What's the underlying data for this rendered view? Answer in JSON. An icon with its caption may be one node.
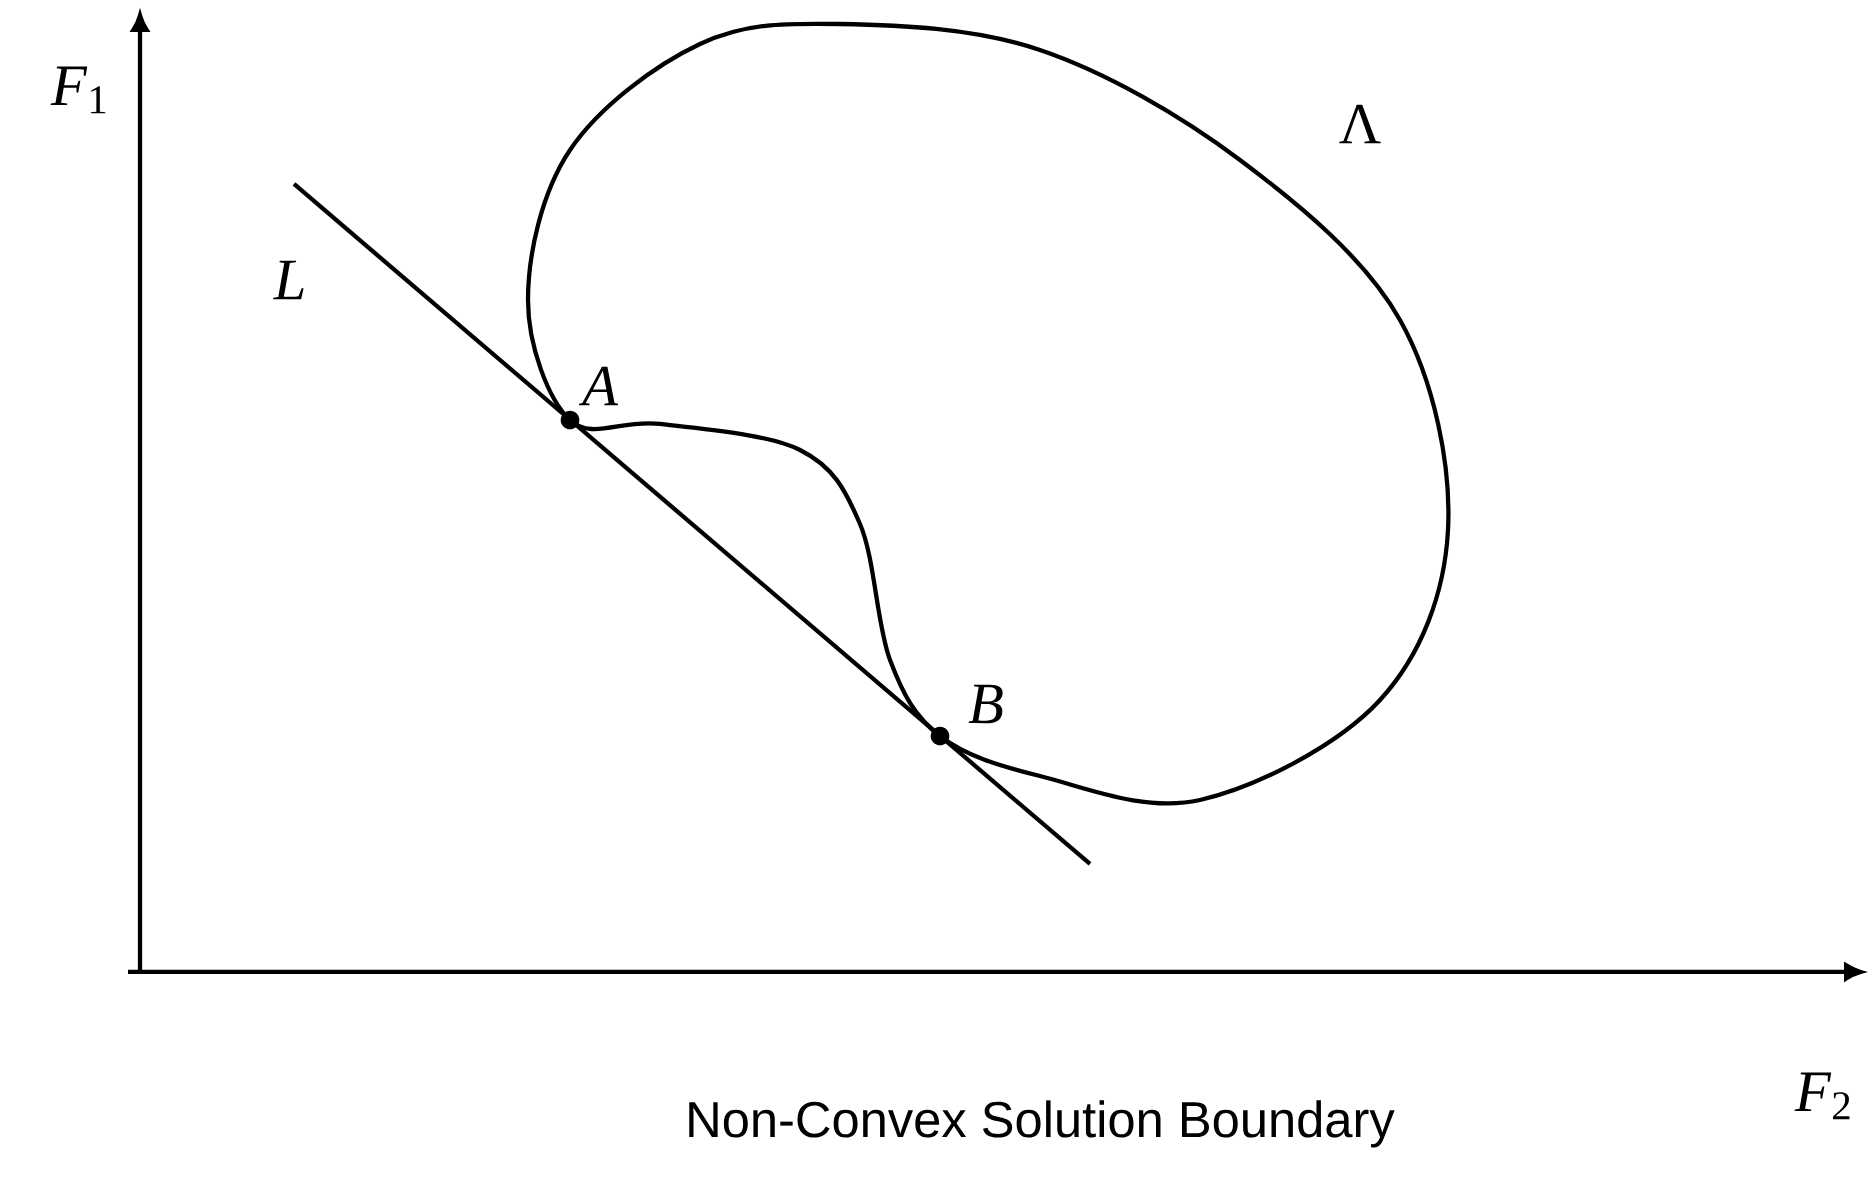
{
  "diagram": {
    "caption": "Non-Convex Solution Boundary",
    "labels": [
      "*F*$_{1}$",
      "L",
      "A",
      "Λ",
      "B",
      "*F*$_{2}$"
    ]
  }
}
